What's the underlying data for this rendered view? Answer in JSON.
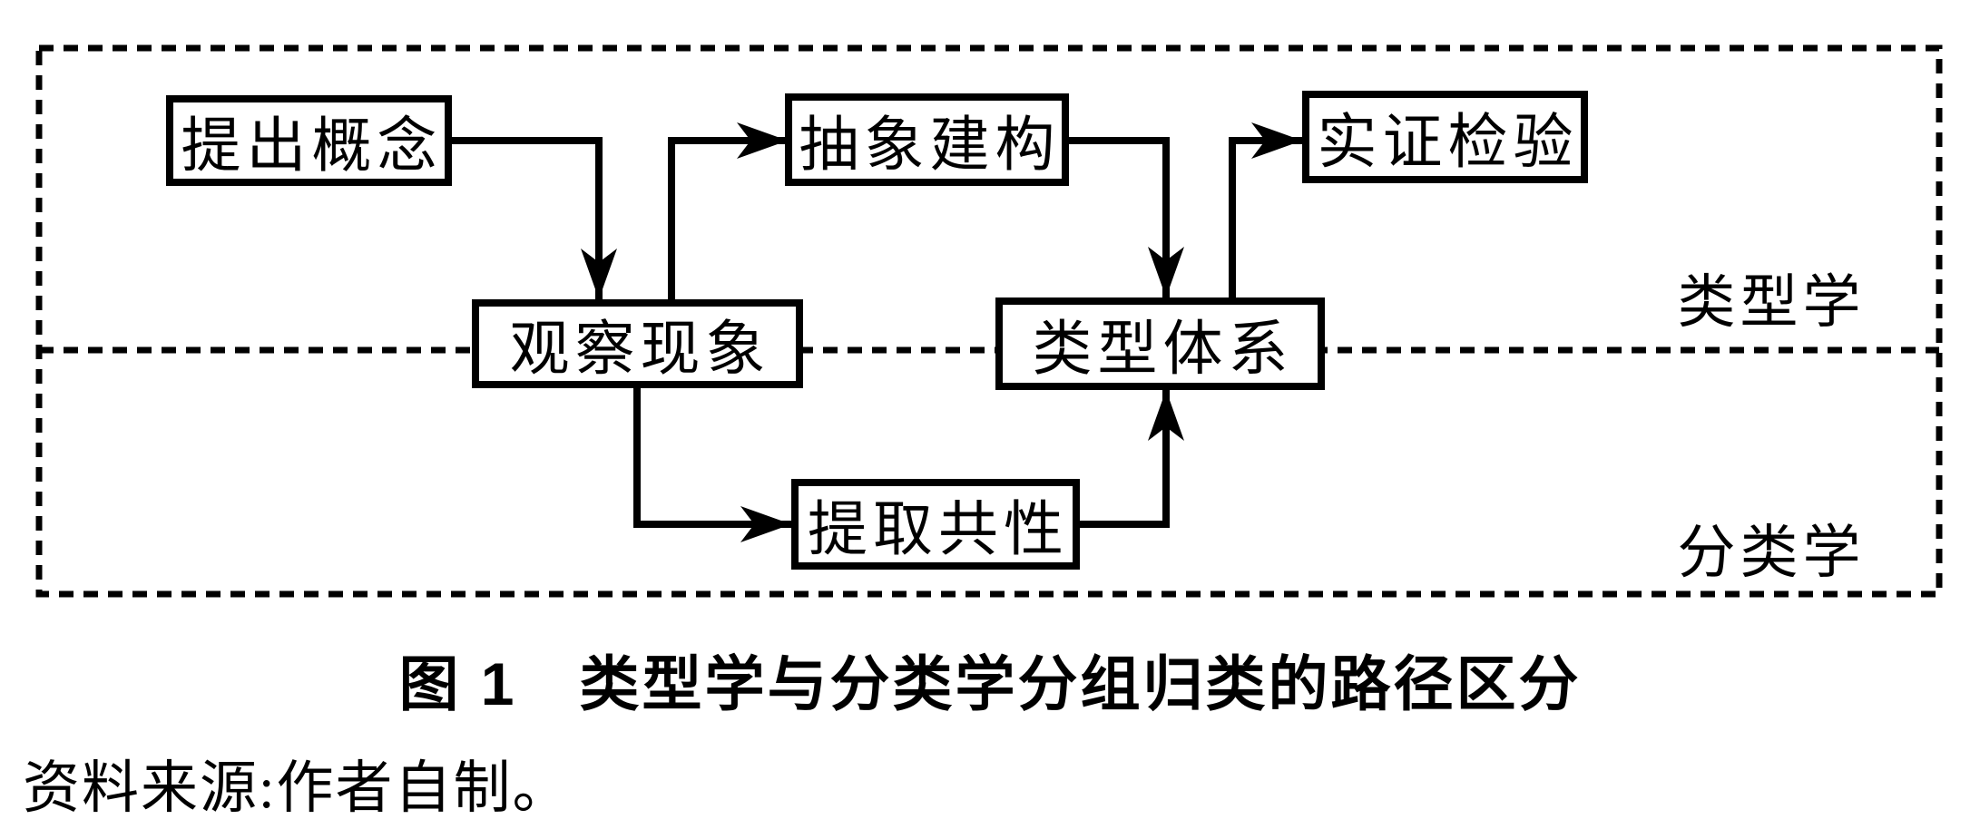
{
  "figure": {
    "caption": "图 1　类型学与分类学分组归类的路径区分",
    "source_note": "资料来源:作者自制。"
  },
  "diagram": {
    "nodes": [
      {
        "id": "propose-concept",
        "label": "提出概念"
      },
      {
        "id": "abstract-construction",
        "label": "抽象建构"
      },
      {
        "id": "empirical-test",
        "label": "实证检验"
      },
      {
        "id": "observe-phenomena",
        "label": "观察现象"
      },
      {
        "id": "type-system",
        "label": "类型体系"
      },
      {
        "id": "extract-commonality",
        "label": "提取共性"
      }
    ],
    "regions": [
      {
        "id": "typology",
        "label": "类型学",
        "position": "top"
      },
      {
        "id": "taxonomy",
        "label": "分类学",
        "position": "bottom"
      }
    ],
    "edges": [
      {
        "from": "提出概念",
        "to": "观察现象"
      },
      {
        "from": "观察现象",
        "to": "抽象建构"
      },
      {
        "from": "抽象建构",
        "to": "类型体系"
      },
      {
        "from": "类型体系",
        "to": "实证检验"
      },
      {
        "from": "观察现象",
        "to": "提取共性"
      },
      {
        "from": "提取共性",
        "to": "类型体系"
      }
    ],
    "colors": {
      "ink": "#000000",
      "paper": "#ffffff"
    }
  }
}
